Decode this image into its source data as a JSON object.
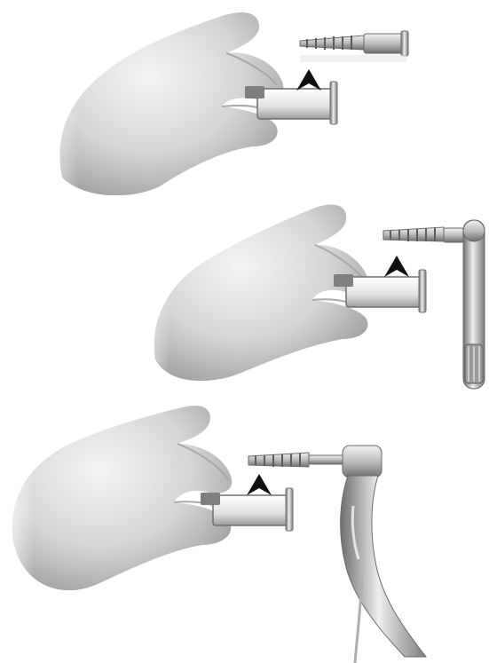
{
  "figure": {
    "steps": [
      {
        "tool": "implant-with-mount",
        "direction": "up-arrow-icon"
      },
      {
        "tool": "hand-ratchet-wrench",
        "direction": "up-arrow-icon"
      },
      {
        "tool": "contra-angle-handpiece",
        "direction": "up-arrow-icon"
      }
    ],
    "colors": {
      "background": "#ffffff",
      "skin_light": "#f2f2f2",
      "skin_mid": "#cfcfcf",
      "skin_dark": "#8f8f8f",
      "metal_light": "#eeeeee",
      "metal_dark": "#7a7a7a",
      "arrow": "#111111"
    }
  }
}
